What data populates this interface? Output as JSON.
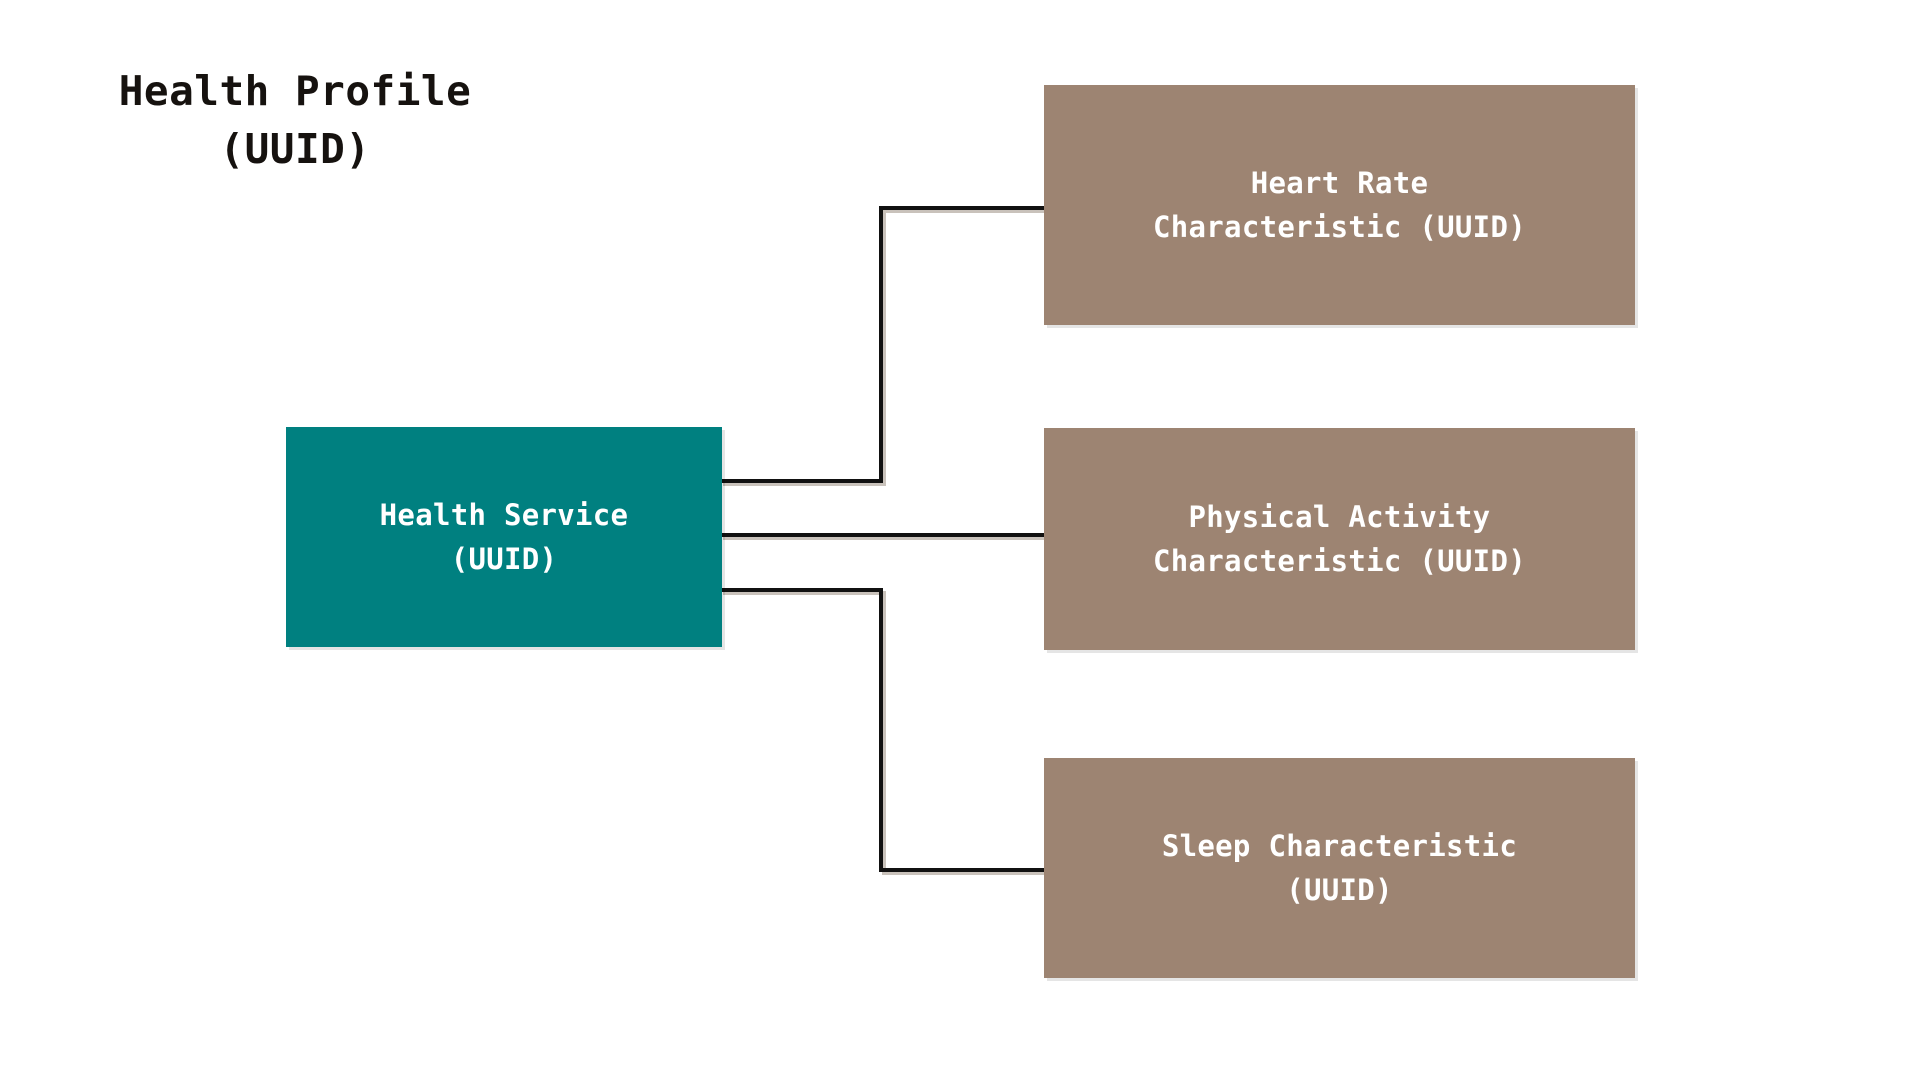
{
  "diagram": {
    "type": "ble-gatt-hierarchy",
    "title": "Health Profile\n(UUID)",
    "background_color": "#ffffff",
    "colors": {
      "service": "#008080",
      "characteristic": "#9d8472",
      "connector": "#111111",
      "node_text": "#ffffff",
      "title_text": "#16120f"
    },
    "nodes": {
      "service": {
        "label": "Health Service\n(UUID)",
        "role": "service"
      },
      "characteristics": [
        {
          "id": "heart-rate",
          "label": "Heart Rate\nCharacteristic (UUID)",
          "role": "characteristic"
        },
        {
          "id": "physical-activity",
          "label": "Physical Activity\nCharacteristic (UUID)",
          "role": "characteristic"
        },
        {
          "id": "sleep",
          "label": "Sleep Characteristic\n(UUID)",
          "role": "characteristic"
        }
      ]
    },
    "edges": [
      {
        "from": "service",
        "to": "heart-rate"
      },
      {
        "from": "service",
        "to": "physical-activity"
      },
      {
        "from": "service",
        "to": "sleep"
      }
    ]
  }
}
